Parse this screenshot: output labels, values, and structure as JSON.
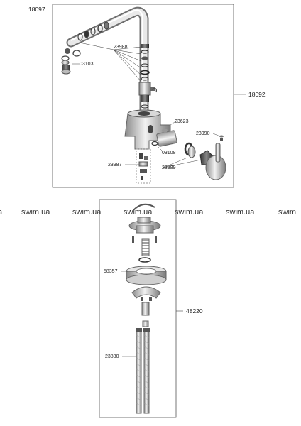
{
  "upper_assembly": {
    "assembly_code": "18097",
    "set_code": "18092",
    "parts": {
      "p23988": "23988",
      "p03103": "03103",
      "p23623": "23623",
      "p23990": "23990",
      "p03108": "03108",
      "p23987": "23987",
      "p23989": "23989"
    }
  },
  "watermark": {
    "text": "swim.ua",
    "text_partial_left": "a",
    "text_partial_right": "swim"
  },
  "lower_assembly": {
    "set_code": "48220",
    "parts": {
      "p58357": "58357",
      "p23880": "23880"
    }
  }
}
